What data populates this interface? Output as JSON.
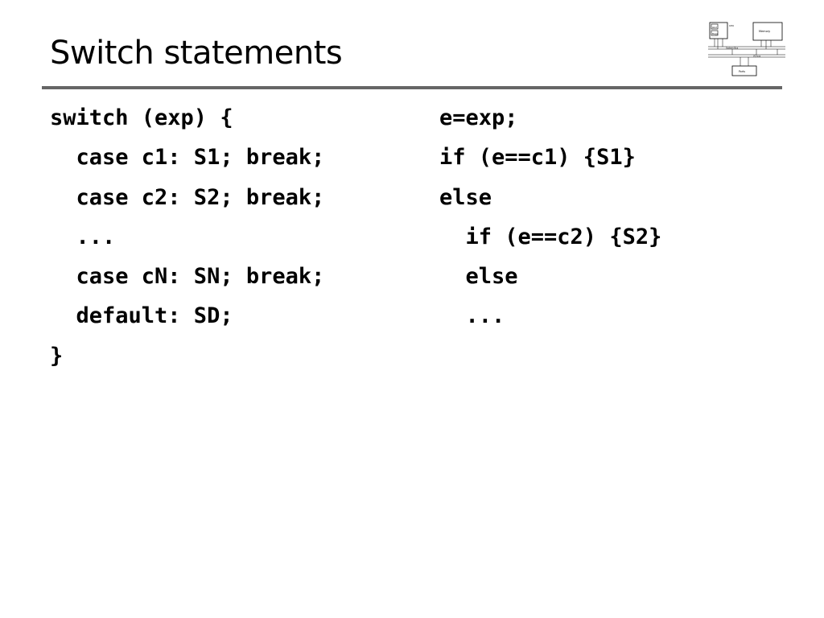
{
  "slide": {
    "title": "Switch statements"
  },
  "diagram": {
    "labels": {
      "cpu": "CPU",
      "alu": "ALU",
      "regs": "Regs",
      "memory": "Memory",
      "system_bus": "System Bus",
      "io_bus": "I/O bus",
      "ports": "Ports"
    }
  },
  "code_left": [
    "switch (exp) {",
    "  case c1: S1; break;",
    "  case c2: S2; break;",
    "  ...",
    "  case cN: SN; break;",
    "  default: SD;",
    "}"
  ],
  "code_right": [
    "e=exp;",
    "if (e==c1) {S1}",
    "else",
    "  if (e==c2) {S2}",
    "  else",
    "  ..."
  ]
}
